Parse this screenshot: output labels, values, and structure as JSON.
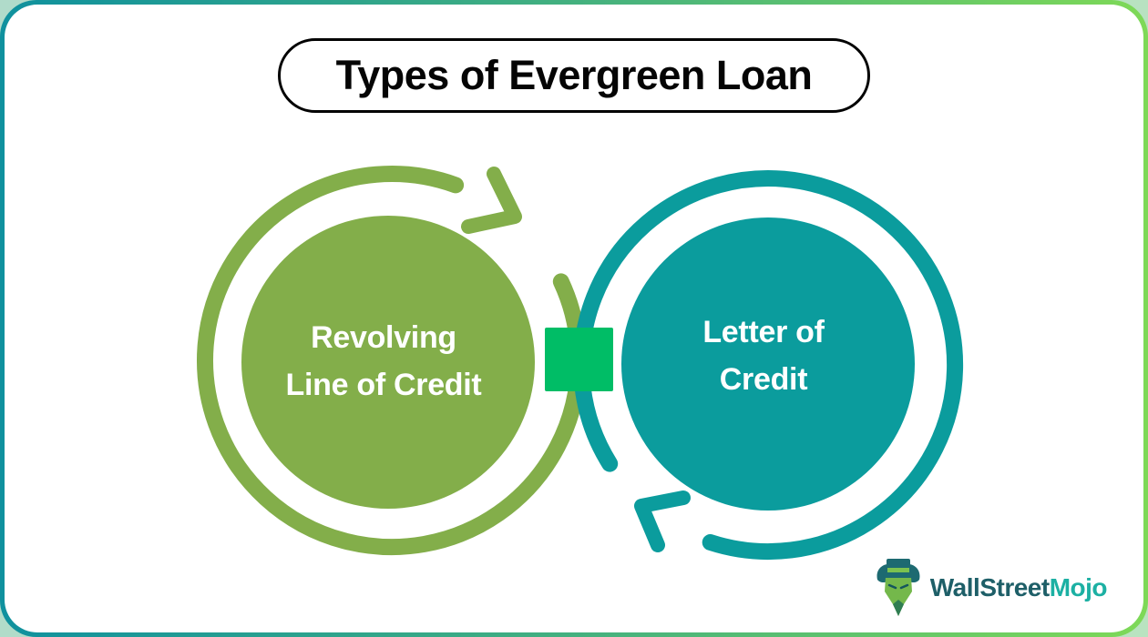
{
  "title": {
    "label": "Types of Evergreen Loan"
  },
  "diagram": {
    "items": [
      {
        "name": "Revolving Line of Credit",
        "lines": [
          "Revolving",
          "Line of Credit"
        ],
        "color": "#83ae4a",
        "arrow_direction": "clockwise"
      },
      {
        "name": "Letter of Credit",
        "lines": [
          "Letter of",
          "Credit"
        ],
        "color": "#0b9c9d",
        "arrow_direction": "clockwise"
      }
    ],
    "connector_color": "#00bd66",
    "label_text_color": "#ffffff"
  },
  "branding": {
    "name_primary": "WallStreet",
    "name_accent": "Mojo",
    "primary_color": "#1e5f68",
    "accent_color": "#1cb0a3"
  },
  "frame": {
    "border_gradient_start": "#0f919e",
    "border_gradient_end": "#7ed957",
    "background_color": "#ffffff"
  }
}
